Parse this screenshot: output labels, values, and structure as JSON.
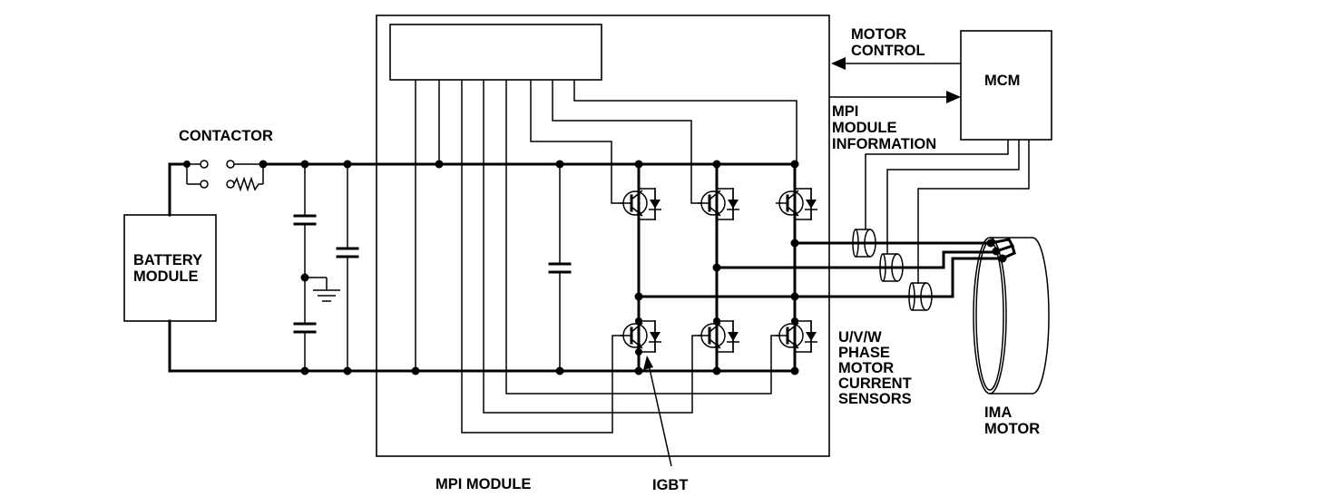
{
  "labels": {
    "contactor": "CONTACTOR",
    "battery_line1": "BATTERY",
    "battery_line2": "MODULE",
    "motor_control_line1": "MOTOR",
    "motor_control_line2": "CONTROL",
    "mcm": "MCM",
    "mpi_info_line1": "MPI",
    "mpi_info_line2": "MODULE",
    "mpi_info_line3": "INFORMATION",
    "sensors_line1": "U/V/W",
    "sensors_line2": "PHASE",
    "sensors_line3": "MOTOR",
    "sensors_line4": "CURRENT",
    "sensors_line5": "SENSORS",
    "ima_line1": "IMA",
    "ima_line2": "MOTOR",
    "mpi_module": "MPI MODULE",
    "igbt": "IGBT"
  }
}
